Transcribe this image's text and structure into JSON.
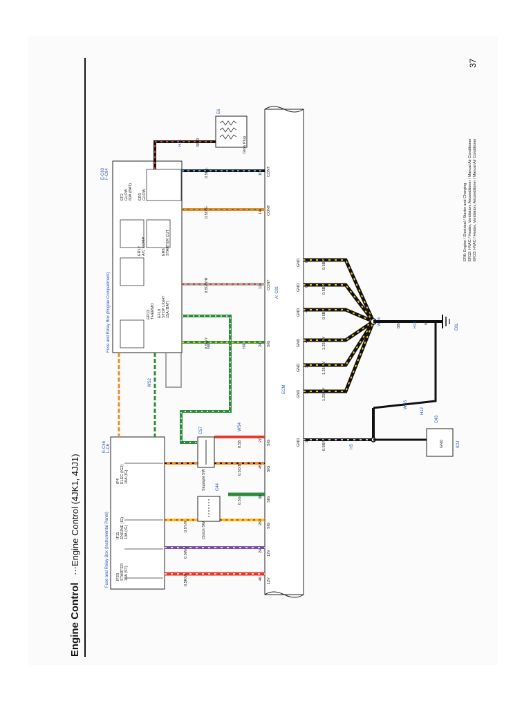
{
  "page": {
    "title_bold": "Engine Control",
    "title_rest": "···Engine Control (4JK1, 4JJ1)",
    "page_number": "37"
  },
  "fuse_box_ip": {
    "title": "Fuse and Relay Box (Instrumental Panel)",
    "connector_id": "E-C46",
    "connector_id2": "L-C6",
    "fuses": [
      {
        "id": "IF23",
        "line1": "STARTER",
        "line2": "10A (ST)"
      },
      {
        "id": "IF11",
        "line1": "ENGINE (IG)",
        "line2": "10A (IG)"
      },
      {
        "id": "IF4",
        "line1": "ELEC (IG2)",
        "line2": "10A (IG)"
      }
    ]
  },
  "fuse_box_ec": {
    "title": "Fuse and Relay Box (Engine Compartment)",
    "connector_id": "E-C83",
    "connector_id2": "F-C84",
    "relays": [
      {
        "id": "ER13",
        "line1": "THERMO"
      },
      {
        "id": "ER6",
        "line1": "STARTER CUT"
      },
      {
        "id": "ER12",
        "line1": "A/C COMP"
      },
      {
        "id": "ER3",
        "line1": "GLOW"
      }
    ],
    "fuses": [
      {
        "id": "EF10",
        "line1": "STOP LIGHT",
        "line2": "15A (BAT)"
      },
      {
        "id": "EF2",
        "line1": "GLOW",
        "line2": "60A (BAT)"
      }
    ]
  },
  "switches": [
    {
      "id": "C44",
      "name": "Clutch SW"
    },
    {
      "id": "C57",
      "name": "Stoplight SW"
    }
  ],
  "ecm": {
    "label": "ECM",
    "connector": "A: C81",
    "pins": [
      {
        "pin": "46",
        "type": "12V",
        "wire": "0.5R/W"
      },
      {
        "pin": "24",
        "type": "12V",
        "wire": "0.5W/V"
      },
      {
        "pin": "26",
        "type": "SIG",
        "wire": "0.5Y/R"
      },
      {
        "pin": "30",
        "type": "SIG",
        "wire": "0.5G"
      },
      {
        "pin": "45",
        "type": "SIG",
        "wire": "0.5O/B"
      },
      {
        "pin": "27",
        "type": "SIG",
        "wire": "0.5B"
      },
      {
        "pin": "29",
        "type": "GND",
        "wire": "0.5B/W"
      },
      {
        "pin": "1",
        "type": "GND",
        "wire": "1.25B/Y"
      },
      {
        "pin": "3",
        "type": "GND",
        "wire": "1.25B/Y"
      },
      {
        "pin": "4",
        "type": "GND",
        "wire": "1.25B/Y"
      },
      {
        "pin": "24",
        "type": "SIG",
        "wire": "0.5G/Y"
      },
      {
        "pin": "43",
        "type": "GND",
        "wire": "0.5B/Y"
      },
      {
        "pin": "62",
        "type": "GND",
        "wire": "0.5B/Y"
      },
      {
        "pin": "12",
        "type": "CONT",
        "wire": "0.5G/Y/R"
      },
      {
        "pin": "81",
        "type": "GND",
        "wire": "0.5B/Y"
      },
      {
        "pin": "14",
        "type": "CONT",
        "wire": "0.5O/G"
      },
      {
        "pin": "10",
        "type": "CONT",
        "wire": "0.5B/L"
      }
    ]
  },
  "glow_plug": {
    "id": "E6",
    "label": "Glow Plug",
    "wire": "5B/R",
    "harness": "H11"
  },
  "icu": {
    "id": "C43",
    "label": "ICU",
    "pin_label": "GND",
    "pin": "3"
  },
  "splices": [
    {
      "id": "WS6",
      "wire": "5B/Y"
    },
    {
      "id": "WS5",
      "wire": "0.5B"
    },
    {
      "id": "WS2",
      "wire": "0.5"
    },
    {
      "id": "WS4",
      "wire": "0.5B"
    }
  ],
  "ground": {
    "id": "E8L",
    "wire": "5B",
    "harness": "H11"
  },
  "harness": [
    "H8",
    "H4",
    "H12",
    "H11",
    "H5"
  ],
  "footnotes": [
    "ER6: Engine / Electrical / Starter and Charging",
    "ER12: HVAC / Heater, Ventilation, Airconditioner / Manual Air Conditioner",
    "ER13: HVAC / Heater, Ventilation, Airconditioner / Manual Air Conditioner"
  ],
  "colors": {
    "red": "#e53a2b",
    "violet": "#7b4ca3",
    "yellow": "#f0c419",
    "green": "#2e8b3c",
    "orange": "#ef8a2a",
    "grey": "#a8a8a8",
    "black": "#111111",
    "blue_wire": "#3aa0e0",
    "accent_text": "#2a58b8"
  }
}
